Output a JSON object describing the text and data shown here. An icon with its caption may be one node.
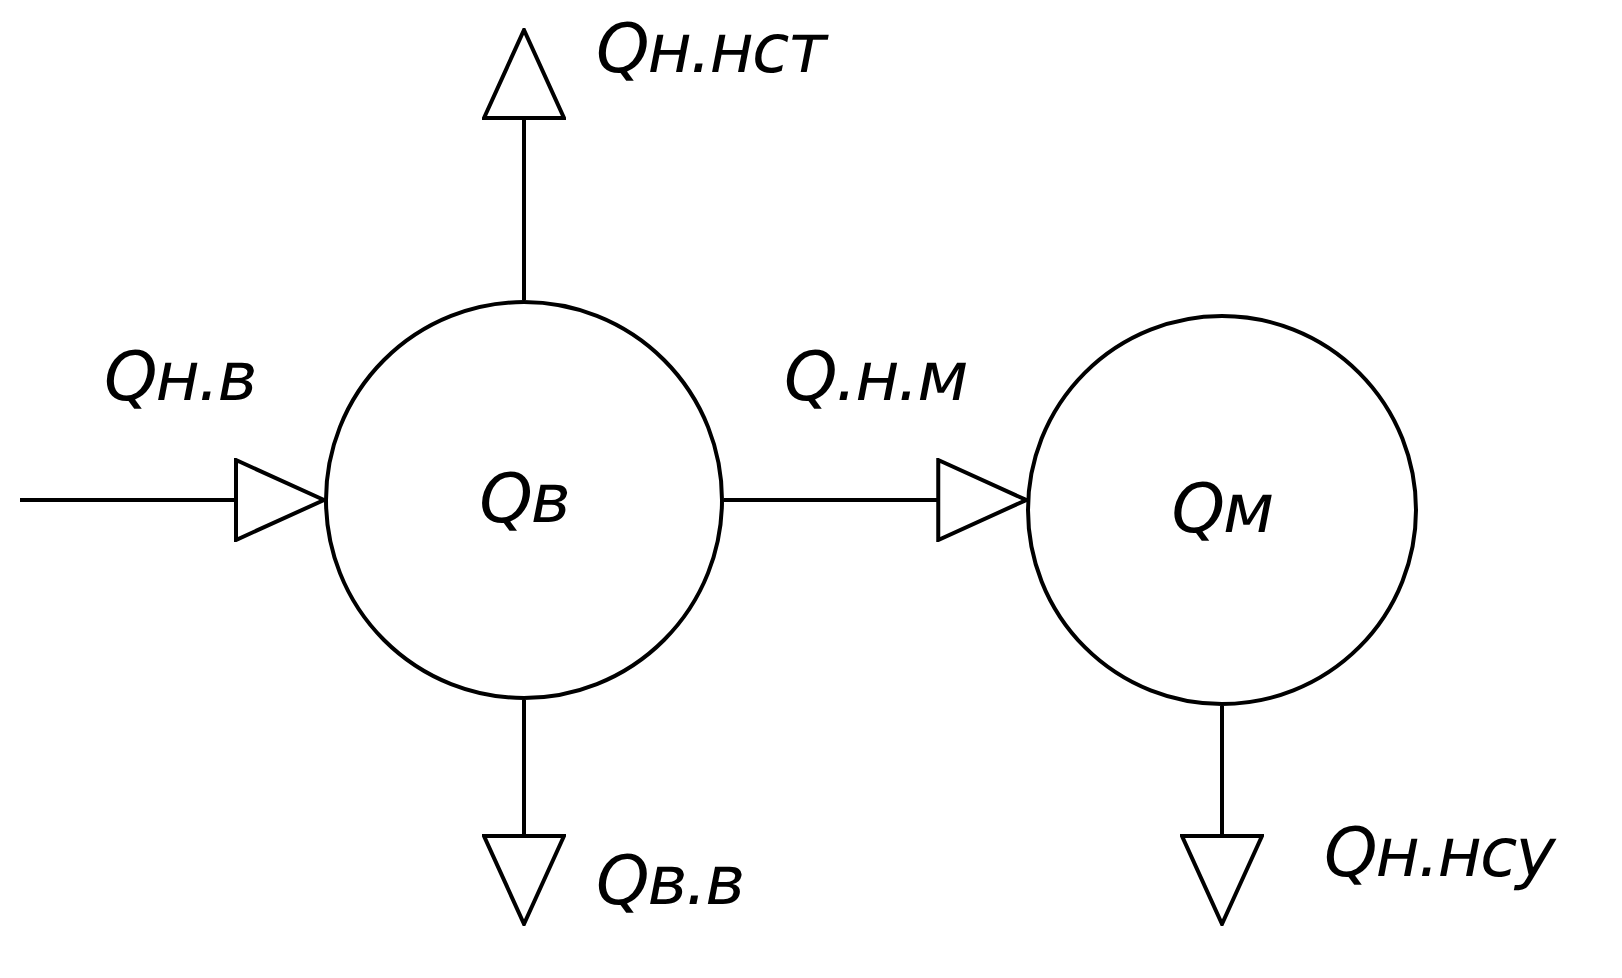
{
  "diagram": {
    "nodes": [
      {
        "text": [
          "Qв"
        ]
      },
      {
        "text": [
          "Qм"
        ]
      }
    ],
    "edges": [
      {
        "from": null,
        "to": 0,
        "arrow": "to",
        "label": "Qн.в"
      },
      {
        "from": 0,
        "to": null,
        "arrow": "to",
        "label": "Qн.нст"
      },
      {
        "from": 0,
        "to": 1,
        "arrow": "to",
        "label": "Q.н.м"
      },
      {
        "from": 0,
        "to": null,
        "arrow": "to",
        "label": "Qв.в"
      },
      {
        "from": 1,
        "to": null,
        "arrow": "to",
        "label": "Qн.нсу"
      }
    ]
  }
}
